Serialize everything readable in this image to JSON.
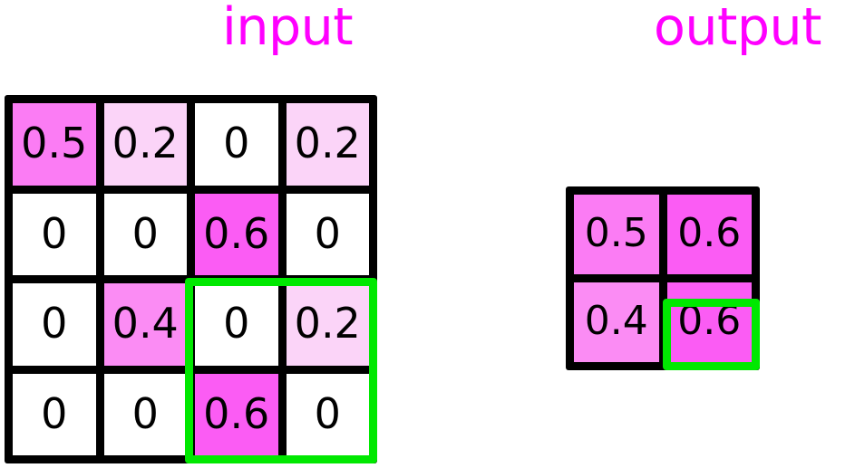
{
  "titles": {
    "input": "input",
    "output": "output"
  },
  "colors": {
    "title": "#ff00ff",
    "grid_border": "#000000",
    "selection": "#00e800",
    "background": "#ffffff",
    "value_0": "#ffffff",
    "value_02": "#fbd4f8",
    "value_04": "#fb8cf4",
    "value_05": "#fb7cf4",
    "value_06": "#fb5cf4"
  },
  "input_grid": {
    "rows": 4,
    "cols": 4,
    "cells": [
      [
        {
          "value": "0.5",
          "bg": "#fb7cf4"
        },
        {
          "value": "0.2",
          "bg": "#fbd4f8"
        },
        {
          "value": "0",
          "bg": "#ffffff"
        },
        {
          "value": "0.2",
          "bg": "#fbd4f8"
        }
      ],
      [
        {
          "value": "0",
          "bg": "#ffffff"
        },
        {
          "value": "0",
          "bg": "#ffffff"
        },
        {
          "value": "0.6",
          "bg": "#fb5cf4"
        },
        {
          "value": "0",
          "bg": "#ffffff"
        }
      ],
      [
        {
          "value": "0",
          "bg": "#ffffff"
        },
        {
          "value": "0.4",
          "bg": "#fb8cf4"
        },
        {
          "value": "0",
          "bg": "#ffffff"
        },
        {
          "value": "0.2",
          "bg": "#fbd4f8"
        }
      ],
      [
        {
          "value": "0",
          "bg": "#ffffff"
        },
        {
          "value": "0",
          "bg": "#ffffff"
        },
        {
          "value": "0.6",
          "bg": "#fb5cf4"
        },
        {
          "value": "0",
          "bg": "#ffffff"
        }
      ]
    ],
    "selection": {
      "row_start": 3,
      "col_start": 3,
      "row_span": 2,
      "col_span": 2
    }
  },
  "output_grid": {
    "rows": 2,
    "cols": 2,
    "cells": [
      [
        {
          "value": "0.5",
          "bg": "#fb7cf4"
        },
        {
          "value": "0.6",
          "bg": "#fb5cf4"
        }
      ],
      [
        {
          "value": "0.4",
          "bg": "#fb8cf4"
        },
        {
          "value": "0.6",
          "bg": "#fb5cf4"
        }
      ]
    ],
    "selection": {
      "row_start": 2,
      "col_start": 2,
      "row_span": 1,
      "col_span": 1
    }
  },
  "chart_data": {
    "type": "heatmap",
    "title": "max-pooling illustration",
    "panels": [
      {
        "name": "input",
        "type": "heatmap",
        "shape": [
          4,
          4
        ],
        "values": [
          [
            0.5,
            0.2,
            0.0,
            0.2
          ],
          [
            0.0,
            0.0,
            0.6,
            0.0
          ],
          [
            0.0,
            0.4,
            0.0,
            0.2
          ],
          [
            0.0,
            0.0,
            0.6,
            0.0
          ]
        ],
        "highlight_region": {
          "rows": [
            3,
            4
          ],
          "cols": [
            3,
            4
          ],
          "color": "#00e800"
        }
      },
      {
        "name": "output",
        "type": "heatmap",
        "shape": [
          2,
          2
        ],
        "values": [
          [
            0.5,
            0.6
          ],
          [
            0.4,
            0.6
          ]
        ],
        "highlight_region": {
          "rows": [
            2,
            2
          ],
          "cols": [
            2,
            2
          ],
          "color": "#00e800"
        }
      }
    ],
    "colormap": "white-to-magenta",
    "value_range": [
      0.0,
      0.6
    ],
    "grid": true,
    "legend_position": "none"
  }
}
